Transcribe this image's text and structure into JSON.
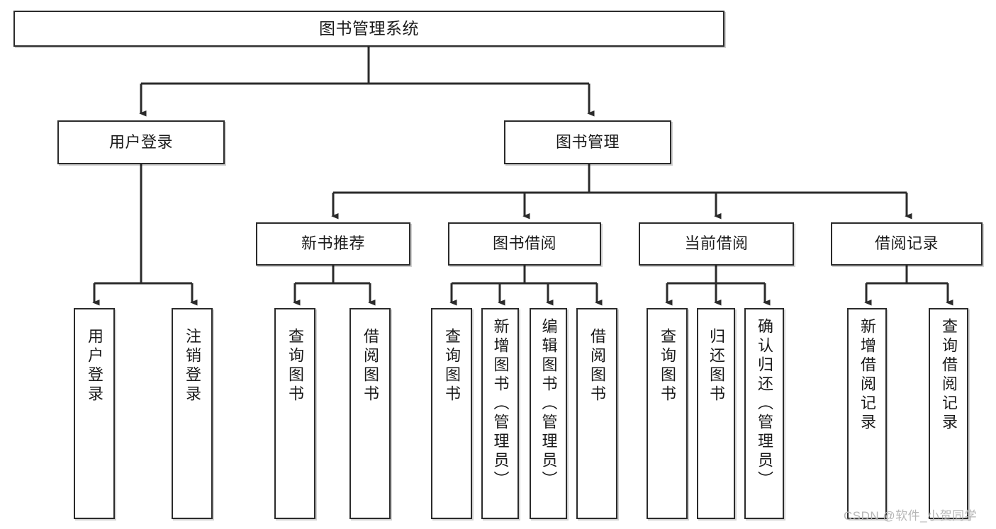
{
  "diagram": {
    "title": "图书管理系统",
    "type": "tree-hierarchy-chart",
    "root": {
      "label": "图书管理系统"
    },
    "level2": [
      {
        "label": "用户登录"
      },
      {
        "label": "图书管理"
      }
    ],
    "level3": [
      {
        "label": "新书推荐"
      },
      {
        "label": "图书借阅"
      },
      {
        "label": "当前借阅"
      },
      {
        "label": "借阅记录"
      }
    ],
    "leaves": {
      "user_login": [
        {
          "label": "用户登录"
        },
        {
          "label": "注销登录"
        }
      ],
      "new_book_recommend": [
        {
          "label": "查询图书"
        },
        {
          "label": "借阅图书"
        }
      ],
      "book_borrow": [
        {
          "label": "查询图书"
        },
        {
          "label": "新增图书（管理员）"
        },
        {
          "label": "编辑图书（管理员）"
        },
        {
          "label": "借阅图书"
        }
      ],
      "current_borrow": [
        {
          "label": "查询图书"
        },
        {
          "label": "归还图书"
        },
        {
          "label": "确认归还（管理员）"
        }
      ],
      "borrow_record": [
        {
          "label": "新增借阅记录"
        },
        {
          "label": "查询借阅记录"
        }
      ]
    }
  },
  "watermark": {
    "text": "CSDN @软件_小贺同学"
  },
  "colors": {
    "stroke": "#2b2b2b",
    "box_fill": "#ffffff",
    "text": "#1a1a1a",
    "watermark": "#b6b6b6",
    "background": "#ffffff"
  }
}
